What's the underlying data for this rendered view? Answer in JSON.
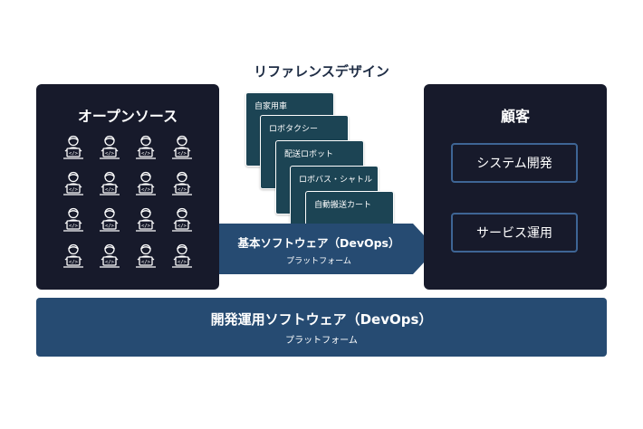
{
  "reference_designs": {
    "title": "リファレンスデザイン",
    "items": [
      "自家用車",
      "ロボタクシー",
      "配送ロボット",
      "ロボバス・シャトル",
      "自動搬送カート"
    ]
  },
  "open_source": {
    "title": "オープンソース",
    "developer_icon": "developer-icon",
    "developer_count": 16
  },
  "customers": {
    "title": "顧客",
    "items": [
      "システム開発",
      "サービス運用"
    ]
  },
  "base_software": {
    "title": "基本ソフトウェア（DevOps）",
    "subtitle": "プラットフォーム"
  },
  "devops_software": {
    "title": "開発運用ソフトウェア（DevOps）",
    "subtitle": "プラットフォーム"
  },
  "colors": {
    "dark_panel": "#171a2b",
    "card": "#1c4454",
    "arrow": "#264b72",
    "outline": "#3e6595"
  }
}
